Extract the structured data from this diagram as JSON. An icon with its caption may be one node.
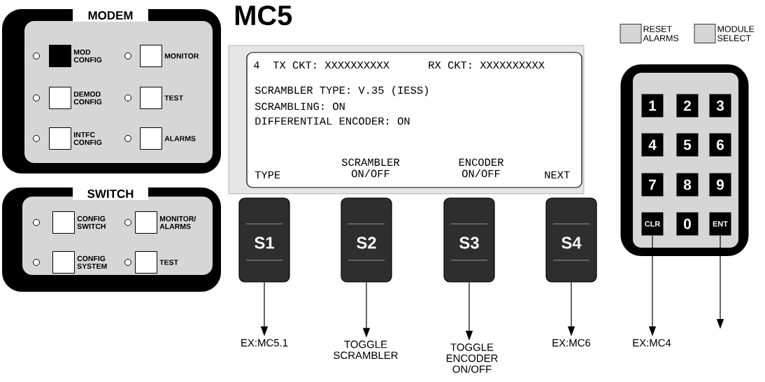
{
  "diagram": {
    "title": "MC5",
    "nodes": [
      {
        "text": [
          "MODEM"
        ]
      },
      {
        "text": [
          "MOD CONFIG"
        ],
        "in": 0
      },
      {
        "text": [
          "MONITOR"
        ],
        "in": 0
      },
      {
        "text": [
          "DEMOD CONFIG"
        ],
        "in": 0
      },
      {
        "text": [
          "TEST"
        ],
        "in": 0
      },
      {
        "text": [
          "INTFC CONFIG"
        ],
        "in": 0
      },
      {
        "text": [
          "ALARMS"
        ],
        "in": 0
      },
      {
        "text": [
          "SWITCH"
        ]
      },
      {
        "text": [
          "CONFIG SWITCH"
        ],
        "in": 7
      },
      {
        "text": [
          "MONITOR/ ALARMS"
        ],
        "in": 7
      },
      {
        "text": [
          "CONFIG SYSTEM"
        ],
        "in": 7
      },
      {
        "text": [
          "TEST"
        ],
        "in": 7
      },
      {
        "text": [
          "4",
          "TX CKT: XXXXXXXXXX",
          "RX CKT: XXXXXXXXXX",
          "SCRAMBLER TYPE: V.35 (IESS)",
          "SCRAMBLING: ON",
          "DIFFERENTIAL ENCODER: ON",
          "TYPE",
          "SCRAMBLER ON/OFF",
          "ENCODER ON/OFF",
          "NEXT"
        ]
      },
      {
        "text": [
          "S1"
        ]
      },
      {
        "text": [
          "S2"
        ]
      },
      {
        "text": [
          "S3"
        ]
      },
      {
        "text": [
          "S4"
        ]
      },
      {
        "text": [
          "RESET ALARMS"
        ]
      },
      {
        "text": [
          "MODULE SELECT"
        ]
      },
      {
        "text": [],
        "shape": "box"
      },
      {
        "text": [
          "1"
        ],
        "in": 19
      },
      {
        "text": [
          "2"
        ],
        "in": 19
      },
      {
        "text": [
          "3"
        ],
        "in": 19
      },
      {
        "text": [
          "4"
        ],
        "in": 19
      },
      {
        "text": [
          "5"
        ],
        "in": 19
      },
      {
        "text": [
          "6"
        ],
        "in": 19
      },
      {
        "text": [
          "7"
        ],
        "in": 19
      },
      {
        "text": [
          "8"
        ],
        "in": 19
      },
      {
        "text": [
          "9"
        ],
        "in": 19
      },
      {
        "text": [
          "CLR"
        ],
        "in": 19
      },
      {
        "text": [
          "0"
        ],
        "in": 19
      },
      {
        "text": [
          "ENT"
        ],
        "in": 19
      },
      {
        "text": [
          "EX:MC5.1"
        ]
      },
      {
        "text": [
          "TOGGLE SCRAMBLER"
        ]
      },
      {
        "text": [
          "TOGGLE ENCODER ON/OFF"
        ]
      },
      {
        "text": [
          "EX:MC6"
        ]
      },
      {
        "text": [
          "EX:MC4"
        ]
      }
    ],
    "edges": [
      {
        "from": 13,
        "to": 32,
        "arrow": "to"
      },
      {
        "from": 14,
        "to": 33,
        "arrow": "to"
      },
      {
        "from": 15,
        "to": 34,
        "arrow": "to"
      },
      {
        "from": 16,
        "to": 35,
        "arrow": "to"
      },
      {
        "from": 29,
        "to": 36,
        "arrow": "to"
      },
      {
        "from": 31,
        "to": null,
        "arrow": "to"
      }
    ]
  }
}
